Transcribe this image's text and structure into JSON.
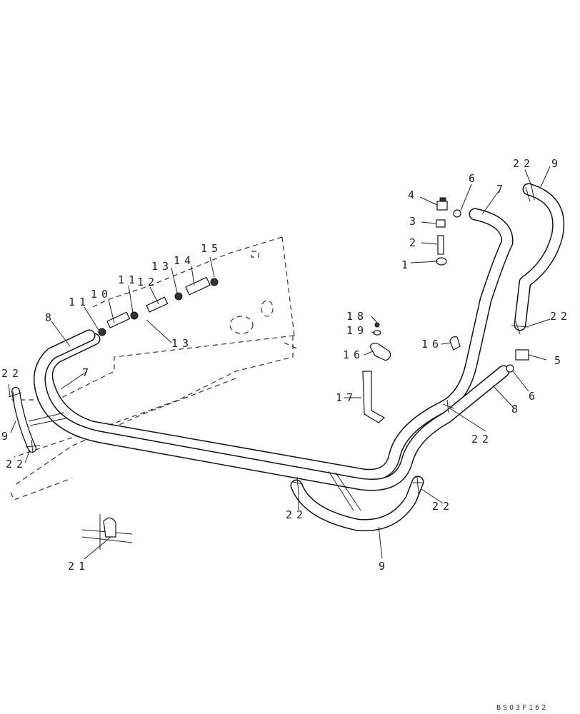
{
  "drawing_code": "BS03F162",
  "callouts": [
    {
      "id": "c1",
      "text": "1"
    },
    {
      "id": "c2",
      "text": "2"
    },
    {
      "id": "c3",
      "text": "3"
    },
    {
      "id": "c4",
      "text": "4"
    },
    {
      "id": "c5",
      "text": "5"
    },
    {
      "id": "c6a",
      "text": "6"
    },
    {
      "id": "c6b",
      "text": "6"
    },
    {
      "id": "c7a",
      "text": "7"
    },
    {
      "id": "c7b",
      "text": "7"
    },
    {
      "id": "c8a",
      "text": "8"
    },
    {
      "id": "c8b",
      "text": "8"
    },
    {
      "id": "c9a",
      "text": "9"
    },
    {
      "id": "c9b",
      "text": "9"
    },
    {
      "id": "c9c",
      "text": "9"
    },
    {
      "id": "c10",
      "text": "10"
    },
    {
      "id": "c11a",
      "text": "11"
    },
    {
      "id": "c11b",
      "text": "11"
    },
    {
      "id": "c12",
      "text": "12"
    },
    {
      "id": "c13a",
      "text": "13"
    },
    {
      "id": "c13b",
      "text": "13"
    },
    {
      "id": "c14",
      "text": "14"
    },
    {
      "id": "c15",
      "text": "15"
    },
    {
      "id": "c16a",
      "text": "16"
    },
    {
      "id": "c16b",
      "text": "16"
    },
    {
      "id": "c17",
      "text": "17"
    },
    {
      "id": "c18",
      "text": "18"
    },
    {
      "id": "c19",
      "text": "19"
    },
    {
      "id": "c21",
      "text": "21"
    },
    {
      "id": "c22a",
      "text": "22"
    },
    {
      "id": "c22b",
      "text": "22"
    },
    {
      "id": "c22c",
      "text": "22"
    },
    {
      "id": "c22d",
      "text": "22"
    },
    {
      "id": "c22e",
      "text": "22"
    },
    {
      "id": "c22f",
      "text": "22"
    },
    {
      "id": "c22g",
      "text": "22"
    }
  ]
}
